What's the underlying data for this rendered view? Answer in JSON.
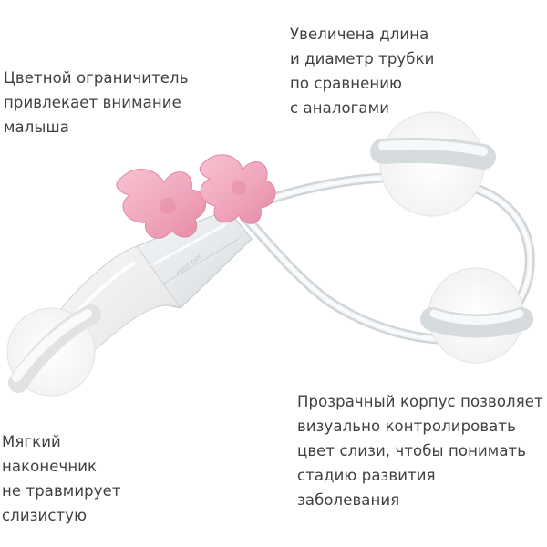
{
  "captions": {
    "limiter": {
      "lines": [
        "Цветной ограничитель",
        "привлекает внимание",
        "малыша"
      ]
    },
    "tube": {
      "lines": [
        "Увеличена длина",
        "и диаметр трубки",
        "по сравнению",
        "с аналогами"
      ]
    },
    "tip": {
      "lines": [
        "Мягкий",
        "наконечник",
        "не травмирует",
        "слизистую"
      ]
    },
    "body": {
      "lines": [
        "Прозрачный корпус позволяет",
        "визуально контролировать",
        "цвет слизи, чтобы понимать",
        "стадию развития",
        "заболевания"
      ]
    }
  },
  "colors": {
    "limiter_pink": "#f2a9bf",
    "limiter_pink_dark": "#e98aa6",
    "tube_clear": "#dfe3e5",
    "tip_white": "#f1f1f1",
    "text": "#404040"
  }
}
